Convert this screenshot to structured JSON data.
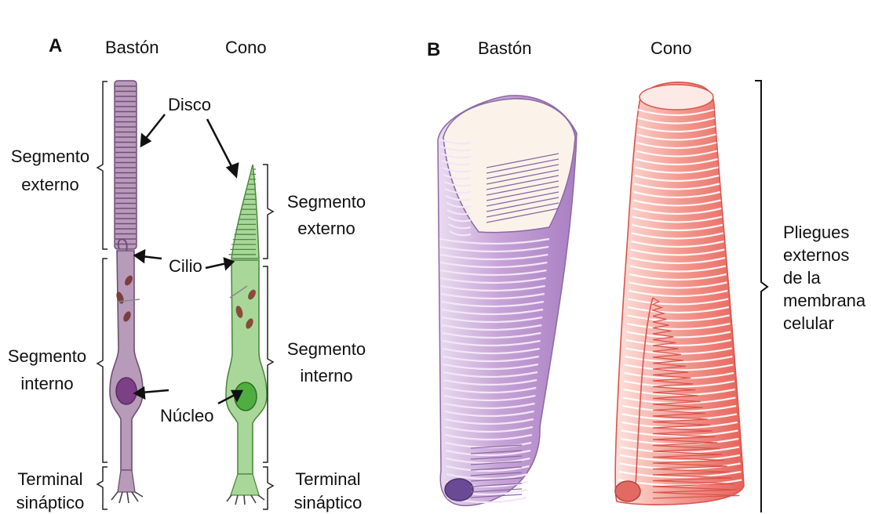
{
  "panel_a": {
    "letter": "A",
    "header_rod": "Bastón",
    "header_cone": "Cono",
    "disc": "Disco",
    "cilium": "Cilio",
    "nucleus": "Núcleo",
    "rod_outer_line1": "Segmento",
    "rod_outer_line2": "externo",
    "rod_inner_line1": "Segmento",
    "rod_inner_line2": "interno",
    "rod_term_line1": "Terminal",
    "rod_term_line2": "sináptico",
    "cone_outer_line1": "Segmento",
    "cone_outer_line2": "externo",
    "cone_inner_line1": "Segmento",
    "cone_inner_line2": "interno",
    "cone_term_line1": "Terminal",
    "cone_term_line2": "sináptico"
  },
  "panel_b": {
    "letter": "B",
    "header_rod": "Bastón",
    "header_cone": "Cono",
    "folds_label": [
      "Pliegues",
      "externos",
      "de la",
      "membrana",
      "celular"
    ]
  },
  "colors": {
    "rod_fill": "#b89ab9",
    "rod_dark": "#7d5a86",
    "cone_fill": "#a9d79a",
    "cone_dark": "#4c8a3f",
    "rod_b_fill": "#c9a8d8",
    "cone_b_fill": "#f4a8a0"
  }
}
